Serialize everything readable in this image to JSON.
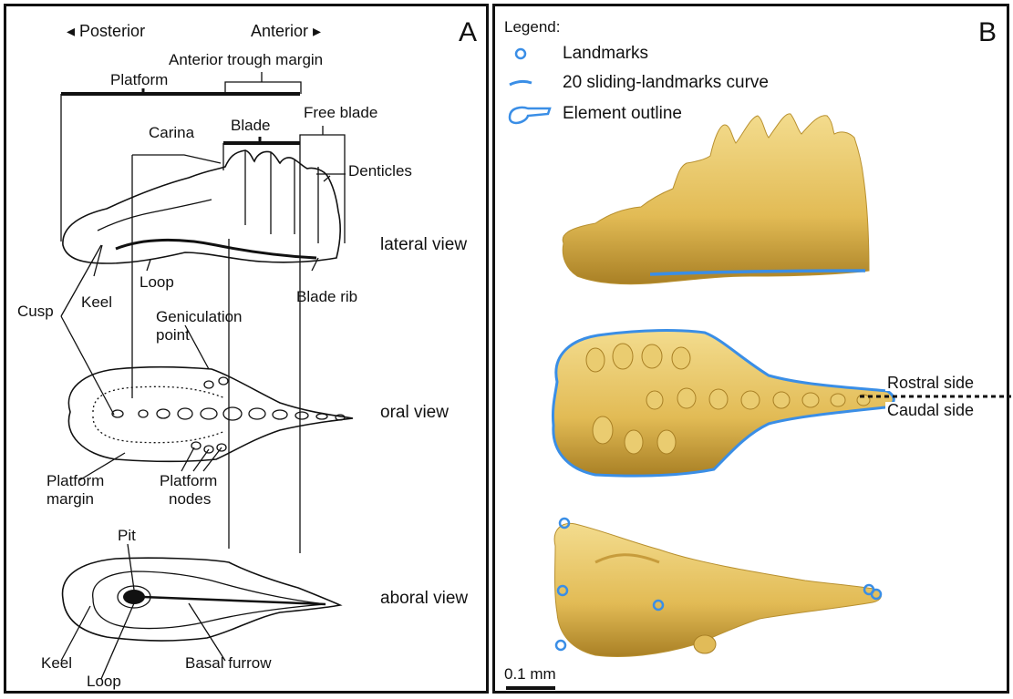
{
  "panel_a": {
    "panel_letter": "A",
    "posterior": "◂ Posterior",
    "anterior": "Anterior ▸",
    "anterior_trough_margin": "Anterior trough margin",
    "platform": "Platform",
    "free_blade": "Free blade",
    "blade": "Blade",
    "carina": "Carina",
    "denticles": "Denticles",
    "loop": "Loop",
    "keel": "Keel",
    "cusp": "Cusp",
    "geniculation_point_1": "Geniculation",
    "geniculation_point_2": "point",
    "blade_rib": "Blade rib",
    "platform_margin_1": "Platform",
    "platform_margin_2": "margin",
    "platform_nodes_1": "Platform",
    "platform_nodes_2": "nodes",
    "pit": "Pit",
    "keel_bottom": "Keel",
    "loop_bottom": "Loop",
    "basal_furrow": "Basal furrow",
    "lateral_view": "lateral view",
    "oral_view": "oral view",
    "aboral_view": "aboral view"
  },
  "panel_b": {
    "panel_letter": "B",
    "legend_title": "Legend:",
    "legend_items": [
      "Landmarks",
      "20 sliding-landmarks curve",
      "Element outline"
    ],
    "rostral_side": "Rostral side",
    "caudal_side": "Caudal side",
    "scale_bar": "0.1 mm"
  },
  "colors": {
    "outline_blue": "#3a8ee6",
    "specimen_yellow": "#e8c565",
    "specimen_shadow": "#b8902f",
    "ink": "#111111"
  }
}
